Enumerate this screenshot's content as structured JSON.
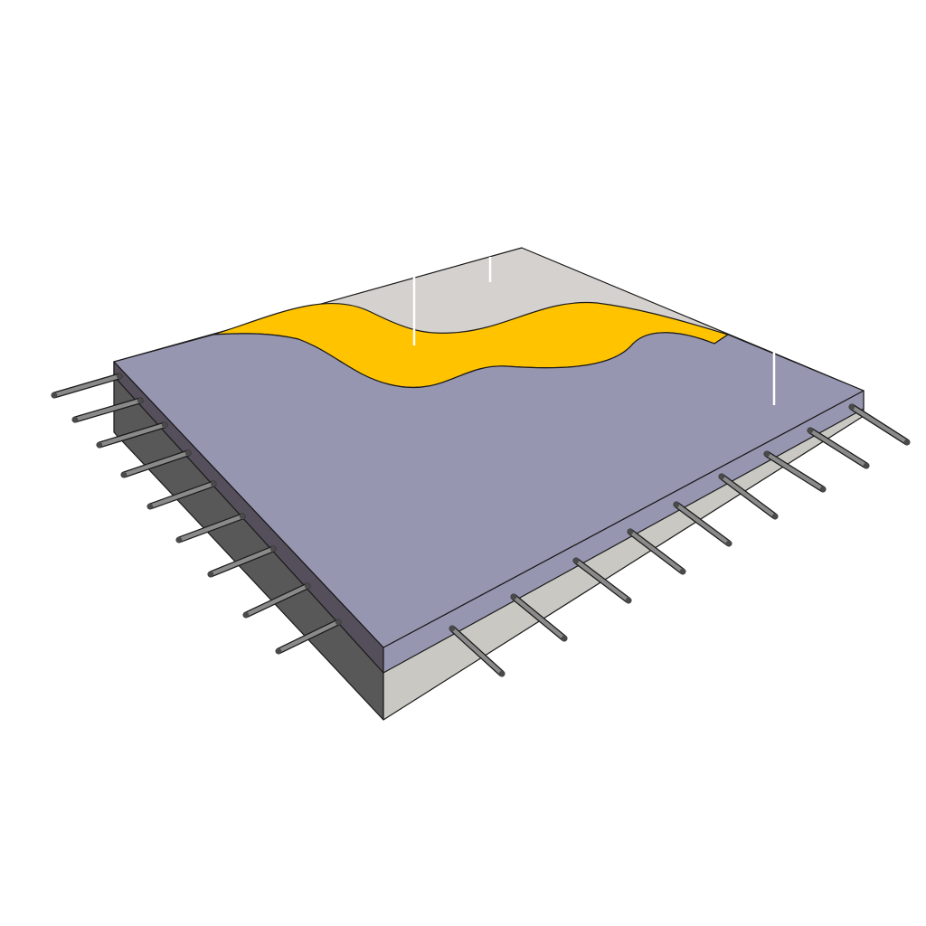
{
  "diagram": {
    "background": "#ffffff",
    "colors": {
      "concrete_top": "#d5d1ce",
      "concrete_side": "#c9c8c2",
      "concrete_dark": "#585858",
      "membrane_top": "#9796b1",
      "membrane_edge_dark": "#554e5b",
      "membrane_edge_front": "#9796b1",
      "adhesive": "#ffc300",
      "rebar": "#8a8a8a",
      "rebar_end": "#4a4a4a",
      "outline": "#1a1a1a",
      "highlight": "#ffffff"
    },
    "layers": [
      {
        "name": "concrete-slab"
      },
      {
        "name": "adhesive-layer"
      },
      {
        "name": "waterproofing-membrane"
      },
      {
        "name": "rebar-dowels"
      }
    ]
  }
}
